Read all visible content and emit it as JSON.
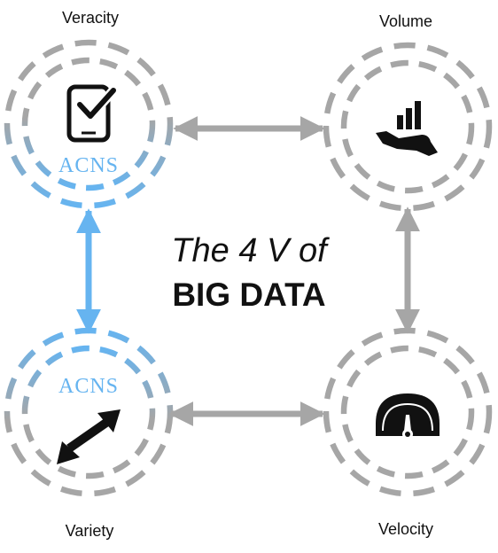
{
  "title": {
    "line1": "The 4 V of",
    "line2": "BIG DATA"
  },
  "nodes": {
    "veracity": {
      "label": "Veracity",
      "badge": "ACNS",
      "icon": "tablet-check-icon"
    },
    "volume": {
      "label": "Volume",
      "icon": "hand-bar-chart-icon"
    },
    "variety": {
      "label": "Variety",
      "badge": "ACNS",
      "icon": "diagonal-double-arrow-icon"
    },
    "velocity": {
      "label": "Velocity",
      "icon": "speedometer-icon"
    }
  },
  "colors": {
    "gray": "#a6a6a6",
    "blue": "#66b4f0",
    "text": "#111111",
    "icon": "#111111"
  }
}
